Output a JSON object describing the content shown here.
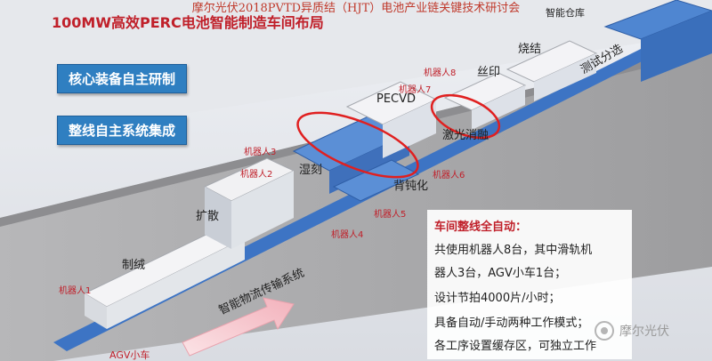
{
  "header": {
    "banner_text": "摩尔光伏2018PVTD异质结（HJT）电池产业链关键技术研讨会"
  },
  "title": "100MW高效PERC电池智能制造车间布局",
  "feature_boxes": [
    "核心装备自主研制",
    "整线自主系统集成"
  ],
  "process_labels": {
    "warehouse": "智能仓库",
    "sintering": "烧结",
    "test_sort": "测试分选",
    "screen_print": "丝印",
    "pecvd": "PECVD",
    "laser": "激光消融",
    "wet_etch": "湿刻",
    "back_passivation": "背钝化",
    "diffusion": "扩散",
    "texturing": "制绒",
    "logistics": "智能物流传输系统",
    "agv": "AGV小车"
  },
  "robots": [
    "机器人1",
    "机器人2",
    "机器人3",
    "机器人4",
    "机器人5",
    "机器人6",
    "机器人7",
    "机器人8"
  ],
  "automation_info": {
    "title": "车间整线全自动：",
    "lines": [
      "共使用机器人8台，其中滑轨机",
      "器人3台，AGV小车1台；",
      "设计节拍4000片/小时；",
      "具备自动/手动两种工作模式；",
      "各工序设置缓存区，可独立工作"
    ]
  },
  "watermark": {
    "text": "摩尔光伏",
    "icon": "wechat-icon"
  },
  "colors": {
    "title_red": "#c0202a",
    "box_blue": "#2f7fc1",
    "floor_gray": "#a9a9ab",
    "equipment_blue": "#3d74c4",
    "arrow_pink": "#f6c9cf",
    "highlight_red": "#e02020"
  }
}
